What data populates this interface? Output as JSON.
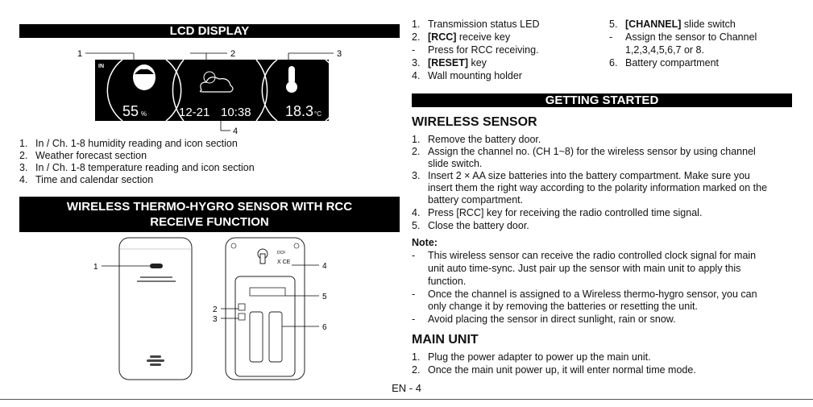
{
  "left": {
    "lcd_title": "LCD DISPLAY",
    "lcd_callouts": [
      "1",
      "2",
      "3",
      "4"
    ],
    "lcd_screen": {
      "in_label": "IN",
      "humidity": "55",
      "humidity_unit": "%",
      "date": "12-21",
      "time": "10:38",
      "temp": "18.3",
      "temp_unit": "°C"
    },
    "lcd_list": [
      {
        "n": "1.",
        "text": "In / Ch. 1-8 humidity reading and icon section"
      },
      {
        "n": "2.",
        "text": "Weather forecast section"
      },
      {
        "n": "3.",
        "text": "In / Ch. 1-8 temperature reading and icon section"
      },
      {
        "n": "4.",
        "text": "Time and calendar section"
      }
    ],
    "sensor_title_1": "WIRELESS THERMO-HYGRO SENSOR WITH RCC",
    "sensor_title_2": "RECEIVE FUNCTION",
    "sensor_callouts": [
      "1",
      "2",
      "3",
      "4",
      "5",
      "6"
    ]
  },
  "right": {
    "parts_col1": [
      {
        "n": "1.",
        "pre": "",
        "bold": "",
        "post": "Transmission status LED"
      },
      {
        "n": "2.",
        "pre": "",
        "bold": "[RCC]",
        "post": " receive key"
      },
      {
        "n": "-",
        "pre": "Press for RCC receiving.",
        "bold": "",
        "post": ""
      },
      {
        "n": "3.",
        "pre": "",
        "bold": "[RESET]",
        "post": " key"
      },
      {
        "n": "4.",
        "pre": "",
        "bold": "",
        "post": "Wall mounting holder"
      }
    ],
    "parts_col2": [
      {
        "n": "5.",
        "pre": "",
        "bold": "[CHANNEL]",
        "post": " slide switch"
      },
      {
        "n": "-",
        "pre": "Assign the sensor to Channel",
        "bold": "",
        "post": ""
      },
      {
        "n": "",
        "pre": "1,2,3,4,5,6,7 or 8.",
        "bold": "",
        "post": ""
      },
      {
        "n": "6.",
        "pre": "",
        "bold": "",
        "post": "Battery compartment"
      }
    ],
    "getting_started": "GETTING STARTED",
    "wireless_heading": "WIRELESS SENSOR",
    "wireless_steps": [
      {
        "n": "1.",
        "text": "Remove the battery door."
      },
      {
        "n": "2.",
        "text": "Assign the channel no. (CH 1~8) for the wireless sensor by using channel"
      },
      {
        "n": "",
        "text": "slide switch."
      },
      {
        "n": "3.",
        "text": "Insert 2 × AA size batteries into the battery compartment. Make sure you"
      },
      {
        "n": "",
        "text": "insert them the right way according to the polarity information marked on the"
      },
      {
        "n": "",
        "text": "battery compartment."
      },
      {
        "n": "4.",
        "text": "Press [RCC] key for receiving the radio controlled time signal."
      },
      {
        "n": "5.",
        "text": "Close the battery door."
      }
    ],
    "note_label": "Note:",
    "notes": [
      {
        "n": "-",
        "text": "This wireless sensor can receive the radio controlled clock signal for main"
      },
      {
        "n": "",
        "text": "unit auto time-sync. Just pair up the sensor with main unit to apply this"
      },
      {
        "n": "",
        "text": "function."
      },
      {
        "n": "-",
        "text": "Once the channel is assigned to a Wireless thermo-hygro sensor, you can"
      },
      {
        "n": "",
        "text": "only change it by removing the batteries or resetting the unit."
      },
      {
        "n": "-",
        "text": "Avoid placing the sensor in direct sunlight, rain or snow."
      }
    ],
    "main_heading": "MAIN UNIT",
    "main_steps": [
      {
        "n": "1.",
        "text": "Plug the power adapter to power up the main unit."
      },
      {
        "n": "2.",
        "text": "Once the main unit power up, it will enter normal time mode."
      }
    ]
  },
  "footer": "EN - 4"
}
